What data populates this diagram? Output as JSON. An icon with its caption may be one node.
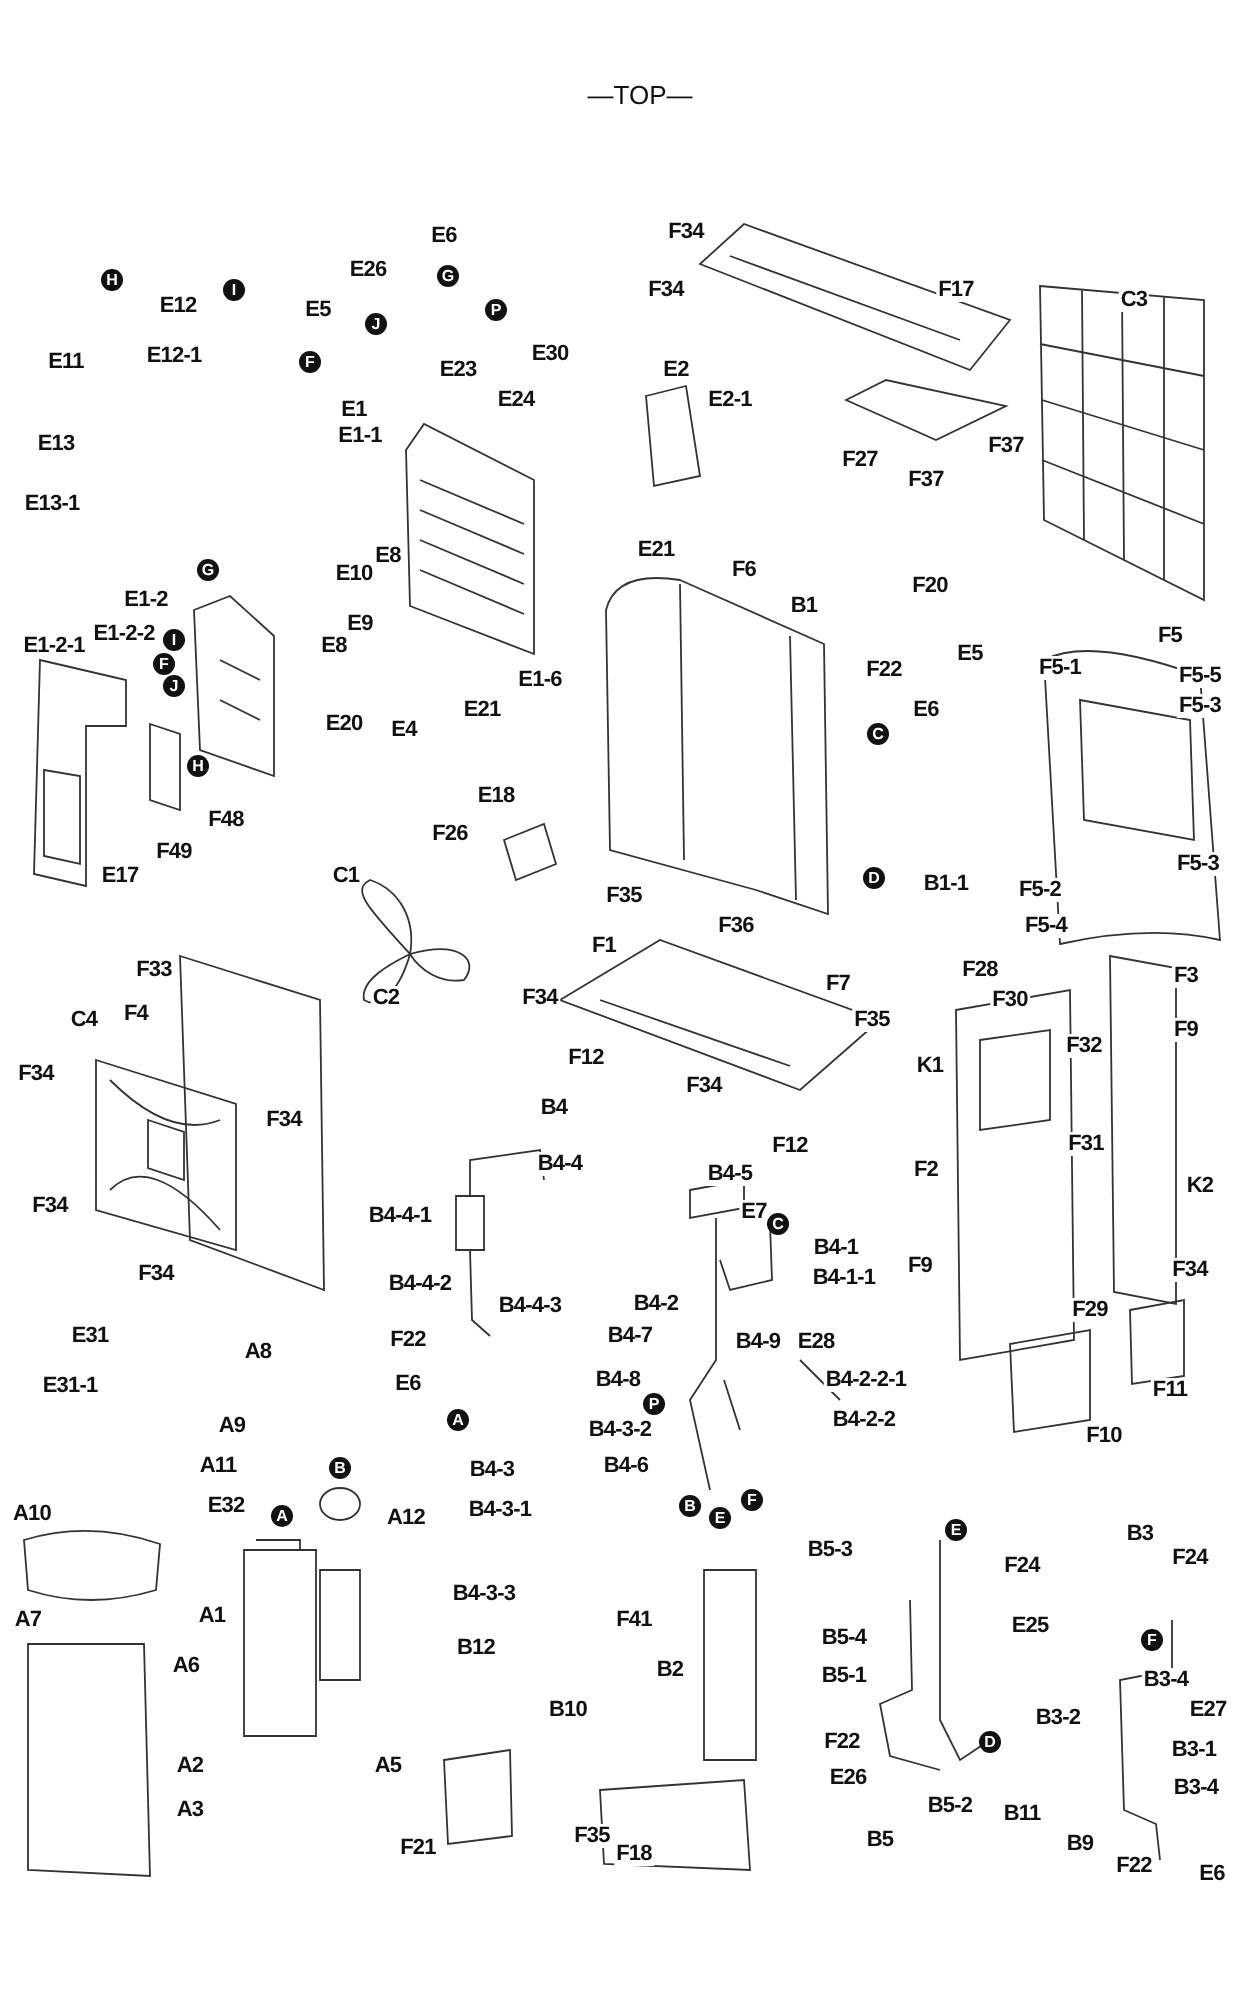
{
  "diagram": {
    "labels": [
      "—TOP—",
      "F34",
      "E6",
      "H",
      "G",
      "F34",
      "F17",
      "E26",
      "I",
      "C3",
      "E12",
      "P",
      "E5",
      "J",
      "E30",
      "E12-1",
      "E11",
      "F",
      "E23",
      "E2",
      "E24",
      "E2-1",
      "E1",
      "E1-1",
      "E13",
      "F37",
      "F27",
      "F37",
      "E13-1",
      "E21",
      "E8",
      "F6",
      "G",
      "E10",
      "F20",
      "E1-2",
      "B1",
      "E9",
      "E1-2-2",
      "F5",
      "I",
      "E1-2-1",
      "E8",
      "E5",
      "F",
      "F5-1",
      "F22",
      "F5-5",
      "E1-6",
      "J",
      "F5-3",
      "E21",
      "E6",
      "E20",
      "E4",
      "C",
      "H",
      "E18",
      "F48",
      "F26",
      "F49",
      "F5-3",
      "E17",
      "C1",
      "D",
      "B1-1",
      "F5-2",
      "F35",
      "F36",
      "F5-4",
      "F1",
      "F33",
      "F28",
      "F3",
      "F7",
      "C2",
      "F34",
      "F30",
      "F4",
      "C4",
      "F35",
      "F9",
      "F32",
      "F12",
      "K1",
      "F34",
      "F34",
      "B4",
      "F34",
      "F31",
      "F12",
      "B4-4",
      "F2",
      "B4-5",
      "K2",
      "F34",
      "E7",
      "B4-4-1",
      "C",
      "B4-1",
      "F9",
      "F34",
      "F34",
      "B4-1-1",
      "B4-4-2",
      "B4-2",
      "B4-4-3",
      "F29",
      "E31",
      "B4-7",
      "F22",
      "B4-9",
      "E28",
      "A8",
      "B4-8",
      "B4-2-2-1",
      "E6",
      "E31-1",
      "F11",
      "P",
      "A",
      "B4-2-2",
      "A9",
      "B4-3-2",
      "F10",
      "A11",
      "B4-6",
      "B",
      "B4-3",
      "B",
      "F",
      "E32",
      "B4-3-1",
      "A10",
      "A",
      "A12",
      "E",
      "E",
      "B3",
      "B5-3",
      "F24",
      "F24",
      "B4-3-3",
      "A1",
      "A7",
      "F41",
      "E25",
      "B5-4",
      "F",
      "B12",
      "A6",
      "B2",
      "B5-1",
      "B3-4",
      "E27",
      "B10",
      "B3-2",
      "F22",
      "D",
      "B3-1",
      "A2",
      "A5",
      "E26",
      "B3-4",
      "B5-2",
      "A3",
      "B11",
      "F35",
      "B5",
      "F21",
      "B9",
      "F18",
      "F22",
      "E6"
    ]
  }
}
